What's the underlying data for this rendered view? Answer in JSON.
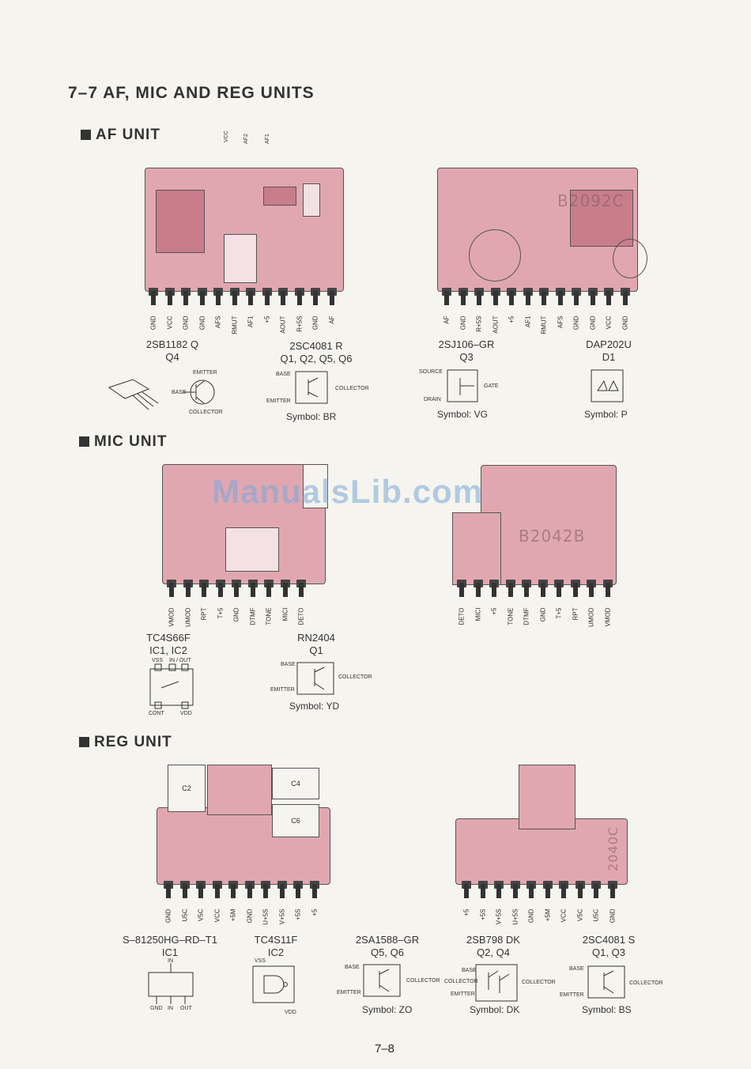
{
  "page_title": "7–7 AF, MIC AND REG UNITS",
  "page_number": "7–8",
  "watermark": "ManualsLib.com",
  "sections": {
    "af": {
      "heading": "AF UNIT",
      "top_terminals": [
        "VCC",
        "AF2",
        "AF1"
      ],
      "left_board_pins": [
        "GND",
        "VCC",
        "GND",
        "GND",
        "AFS",
        "RMUT",
        "AF1",
        "+5",
        "AOUT",
        "R+5S",
        "GND",
        "AF"
      ],
      "right_board_pins": [
        "AF",
        "GND",
        "R+5S",
        "AOUT",
        "+5",
        "AF1",
        "RMUT",
        "AFS",
        "GND",
        "GND",
        "VCC",
        "GND"
      ],
      "board_marking": "B2092C",
      "parts": [
        {
          "name": "2SB1182 Q",
          "ref": "Q4",
          "symbol": ""
        },
        {
          "name": "2SC4081 R",
          "ref": "Q1, Q2, Q5, Q6",
          "symbol": "Symbol: BR"
        },
        {
          "name": "2SJ106–GR",
          "ref": "Q3",
          "symbol": "Symbol: VG"
        },
        {
          "name": "DAP202U",
          "ref": "D1",
          "symbol": "Symbol: P"
        }
      ],
      "pinout_labels": {
        "emitter": "EMITTER",
        "base": "BASE",
        "collector": "COLLECTOR",
        "source": "SOURCE",
        "gate": "GATE",
        "drain": "DRAIN"
      }
    },
    "mic": {
      "heading": "MIC UNIT",
      "left_board_pins": [
        "VMOD",
        "UMOD",
        "RPT",
        "T+5",
        "GND",
        "DTMF",
        "TONE",
        "MICI",
        "DETO"
      ],
      "right_board_pins": [
        "DETO",
        "MICI",
        "+5",
        "TONE",
        "DTMF",
        "GND",
        "T+5",
        "RPT",
        "UMOD",
        "VMOD"
      ],
      "board_marking": "B2042B",
      "parts": [
        {
          "name": "TC4S66F",
          "ref": "IC1, IC2",
          "symbol": ""
        },
        {
          "name": "RN2404",
          "ref": "Q1",
          "symbol": "Symbol: YD"
        }
      ],
      "pinout_labels": {
        "vss": "VSS",
        "in_out": "IN / OUT",
        "cont": "CONT",
        "vdd": "VDD"
      }
    },
    "reg": {
      "heading": "REG UNIT",
      "left_board_pins": [
        "GND",
        "U5C",
        "V5C",
        "VCC",
        "+5M",
        "GND",
        "U+5S",
        "V+5S",
        "+5S",
        "+5"
      ],
      "right_board_pins": [
        "+5",
        "+5S",
        "V+5S",
        "U+5S",
        "GND",
        "+5M",
        "VCC",
        "V5C",
        "U5C",
        "GND"
      ],
      "board_marking": "2040C",
      "caps": [
        "C2",
        "C4",
        "C6"
      ],
      "parts": [
        {
          "name": "S–81250HG–RD–T1",
          "ref": "IC1",
          "symbol": ""
        },
        {
          "name": "TC4S11F",
          "ref": "IC2",
          "symbol": ""
        },
        {
          "name": "2SA1588–GR",
          "ref": "Q5, Q6",
          "symbol": "Symbol: ZO"
        },
        {
          "name": "2SB798  DK",
          "ref": "Q2, Q4",
          "symbol": "Symbol: DK"
        },
        {
          "name": "2SC4081 S",
          "ref": "Q1, Q3",
          "symbol": "Symbol: BS"
        }
      ],
      "pinout_labels": {
        "gnd": "GND",
        "in": "IN",
        "out": "OUT",
        "vss": "VSS",
        "vdd": "VDD"
      }
    }
  }
}
